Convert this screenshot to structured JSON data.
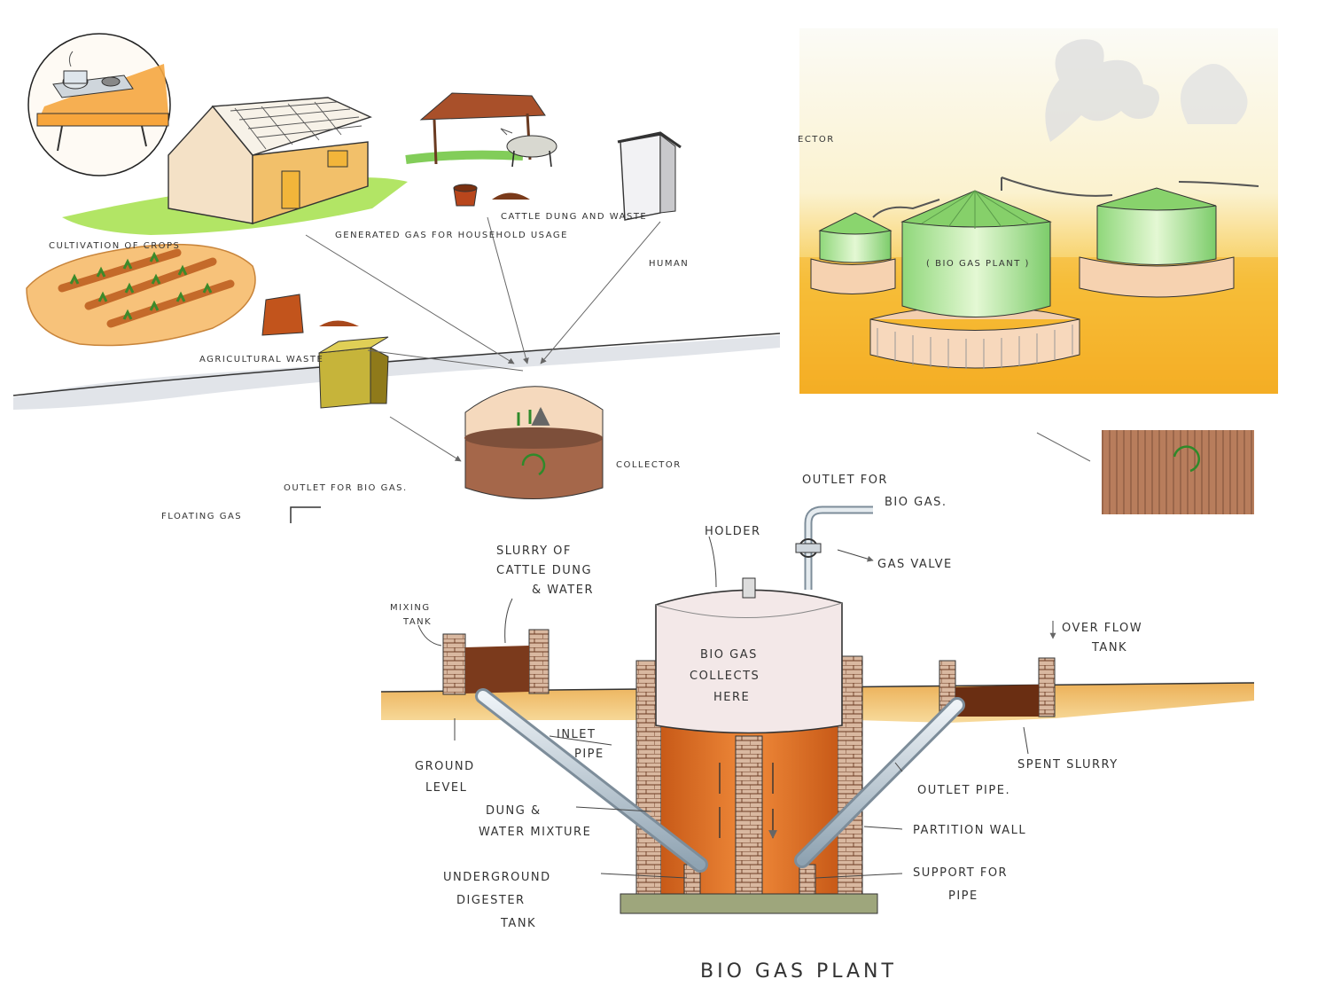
{
  "top_left": {
    "cultivation": "CULTIVATION OF CROPS",
    "generated_gas": "GENERATED GAS FOR HOUSEHOLD USAGE",
    "cattle_dung": "CATTLE DUNG AND WASTE",
    "human": "HUMAN",
    "agricultural_waste": "AGRICULTURAL WASTE",
    "collector": "COLLECTOR",
    "outlet_for_bio_gas": "OUTLET FOR BIO GAS.",
    "floating_gas": "FLOATING GAS"
  },
  "top_right": {
    "ector": "ECTOR",
    "plant_label": "( BIO GAS PLANT )"
  },
  "main_diagram": {
    "outlet_for": "OUTLET FOR",
    "bio_gas": "BIO GAS.",
    "holder": "HOLDER",
    "gas_valve": "GAS VALVE",
    "slurry": "SLURRY OF CATTLE DUNG & WATER",
    "mixing_tank": "MIXING TANK",
    "overflow_tank": "OVER FLOW TANK",
    "bio_gas_collects_here": "BIO GAS COLLECTS HERE",
    "inlet_pipe": "INLET PIPE",
    "ground_level": "GROUND LEVEL",
    "spent_slurry": "SPENT SLURRY",
    "outlet_pipe": "OUTLET PIPE.",
    "dung_water_mixture": "DUNG & WATER MIXTURE",
    "partition_wall": "PARTITION WALL",
    "underground_digester_tank": "UNDERGROUND DIGESTER TANK",
    "support_for_pipe": "SUPPORT FOR PIPE",
    "title": "BIO GAS PLANT"
  }
}
